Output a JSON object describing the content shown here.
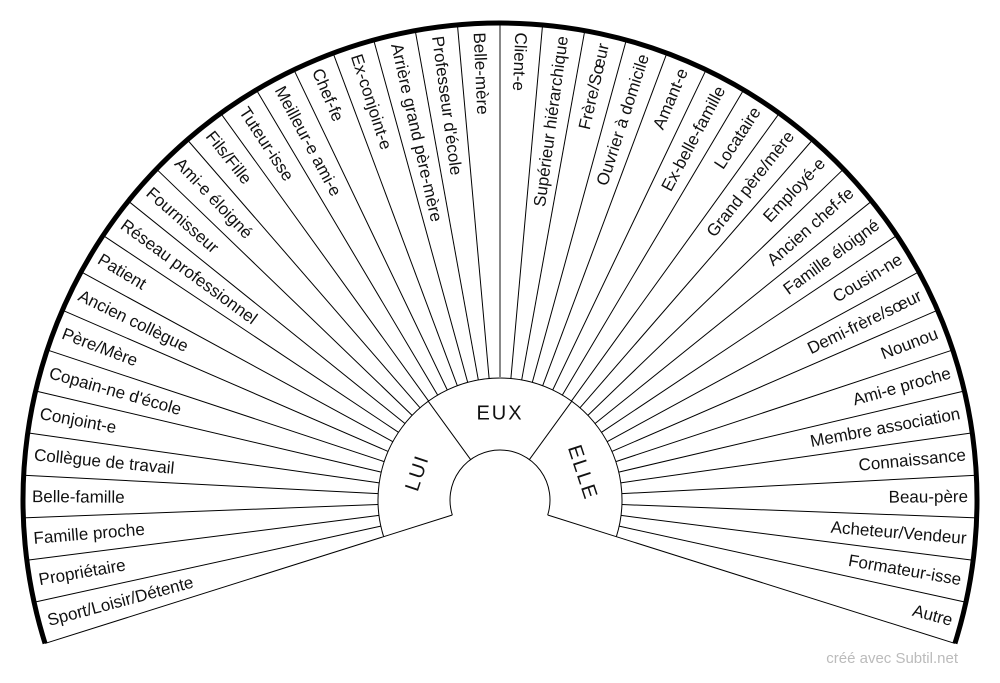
{
  "diagram": {
    "groups": [
      "LUI",
      "EUX",
      "ELLE"
    ],
    "labels": [
      "Sport/Loisir/Détente",
      "Propriétaire",
      "Famille proche",
      "Belle-famille",
      "Collègue de travail",
      "Conjoint-e",
      "Copain-ne d'école",
      "Père/Mère",
      "Ancien collègue",
      "Patient",
      "Réseau professionnel",
      "Fournisseur",
      "Ami-e éloigné",
      "Fils/Fille",
      "Tuteur-isse",
      "Meilleur-e ami-e",
      "Chef-fe",
      "Ex-conjoint-e",
      "Arrière grand père-mère",
      "Professeur d'école",
      "Belle-mère",
      "Client-e",
      "Supérieur hiérarchique",
      "Frère/Sœur",
      "Ouvrier à domicile",
      "Amant-e",
      "Ex-belle-famille",
      "Locataire",
      "Grand père/mère",
      "Employé-e",
      "Ancien chef-fe",
      "Famille éloigné",
      "Cousin-ne",
      "Demi-frère/sœur",
      "Nounou",
      "Ami-e proche",
      "Membre association",
      "Connaissance",
      "Beau-père",
      "Acheteur/Vendeur",
      "Formateur-isse",
      "Autre"
    ],
    "colors": {
      "line": "#000000",
      "center_line": "#888888",
      "footer": "#bbbbbb"
    }
  },
  "footer": "créé avec Subtil.net"
}
